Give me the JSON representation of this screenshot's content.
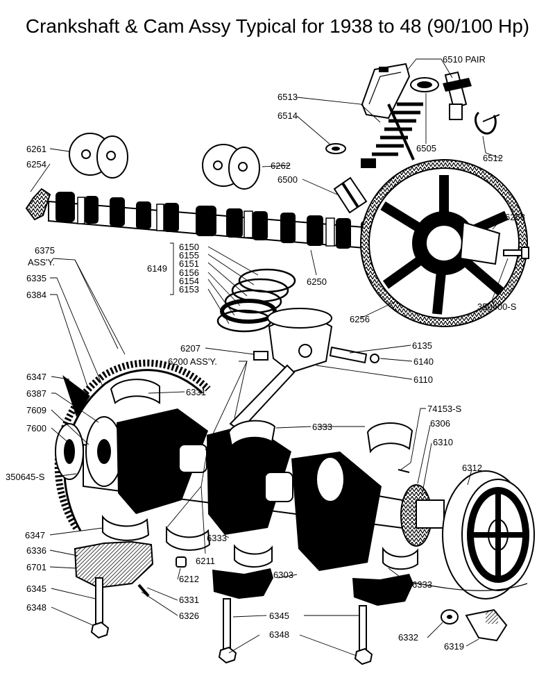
{
  "diagram": {
    "title": "Crankshaft & Cam Assy Typical for 1938 to 48 (90/100 Hp)",
    "parts": [
      {
        "id": "p6510",
        "number": "6510 PAIR"
      },
      {
        "id": "p6513",
        "number": "6513"
      },
      {
        "id": "p6514",
        "number": "6514"
      },
      {
        "id": "p6505",
        "number": "6505"
      },
      {
        "id": "p6512",
        "number": "6512"
      },
      {
        "id": "p6261",
        "number": "6261"
      },
      {
        "id": "p6254",
        "number": "6254"
      },
      {
        "id": "p6262",
        "number": "6262"
      },
      {
        "id": "p6500",
        "number": "6500"
      },
      {
        "id": "p6258",
        "number": "6258"
      },
      {
        "id": "p6375",
        "number": "6375"
      },
      {
        "id": "p6375a",
        "number": "ASS'Y."
      },
      {
        "id": "p6150",
        "number": "6150"
      },
      {
        "id": "p6155",
        "number": "6155"
      },
      {
        "id": "p6151",
        "number": "6151"
      },
      {
        "id": "p6149",
        "number": "6149"
      },
      {
        "id": "p6156",
        "number": "6156"
      },
      {
        "id": "p6154",
        "number": "6154"
      },
      {
        "id": "p6153",
        "number": "6153"
      },
      {
        "id": "p6335",
        "number": "6335"
      },
      {
        "id": "p6384",
        "number": "6384"
      },
      {
        "id": "p6250",
        "number": "6250"
      },
      {
        "id": "p350400",
        "number": "350400-S"
      },
      {
        "id": "p6256",
        "number": "6256"
      },
      {
        "id": "p6207",
        "number": "6207"
      },
      {
        "id": "p6200",
        "number": "6200 ASS'Y."
      },
      {
        "id": "p6135",
        "number": "6135"
      },
      {
        "id": "p6140",
        "number": "6140"
      },
      {
        "id": "p6110",
        "number": "6110"
      },
      {
        "id": "p6347a",
        "number": "6347"
      },
      {
        "id": "p6331a",
        "number": "6331"
      },
      {
        "id": "p6387",
        "number": "6387"
      },
      {
        "id": "p7609",
        "number": "7609"
      },
      {
        "id": "p7600",
        "number": "7600"
      },
      {
        "id": "p6333a",
        "number": "6333"
      },
      {
        "id": "p74153",
        "number": "74153-S"
      },
      {
        "id": "p6306",
        "number": "6306"
      },
      {
        "id": "p6310",
        "number": "6310"
      },
      {
        "id": "p6312",
        "number": "6312"
      },
      {
        "id": "p350645",
        "number": "350645-S"
      },
      {
        "id": "p6347b",
        "number": "6347"
      },
      {
        "id": "p6336",
        "number": "6336"
      },
      {
        "id": "p6701",
        "number": "6701"
      },
      {
        "id": "p6333b",
        "number": "6333"
      },
      {
        "id": "p6211",
        "number": "6211"
      },
      {
        "id": "p6212",
        "number": "6212"
      },
      {
        "id": "p6303",
        "number": "6303"
      },
      {
        "id": "p6333c",
        "number": "6333"
      },
      {
        "id": "p6345a",
        "number": "6345"
      },
      {
        "id": "p6331b",
        "number": "6331"
      },
      {
        "id": "p6348a",
        "number": "6348"
      },
      {
        "id": "p6326",
        "number": "6326"
      },
      {
        "id": "p6345b",
        "number": "6345"
      },
      {
        "id": "p6332",
        "number": "6332"
      },
      {
        "id": "p6348b",
        "number": "6348"
      },
      {
        "id": "p6319",
        "number": "6319"
      }
    ]
  }
}
